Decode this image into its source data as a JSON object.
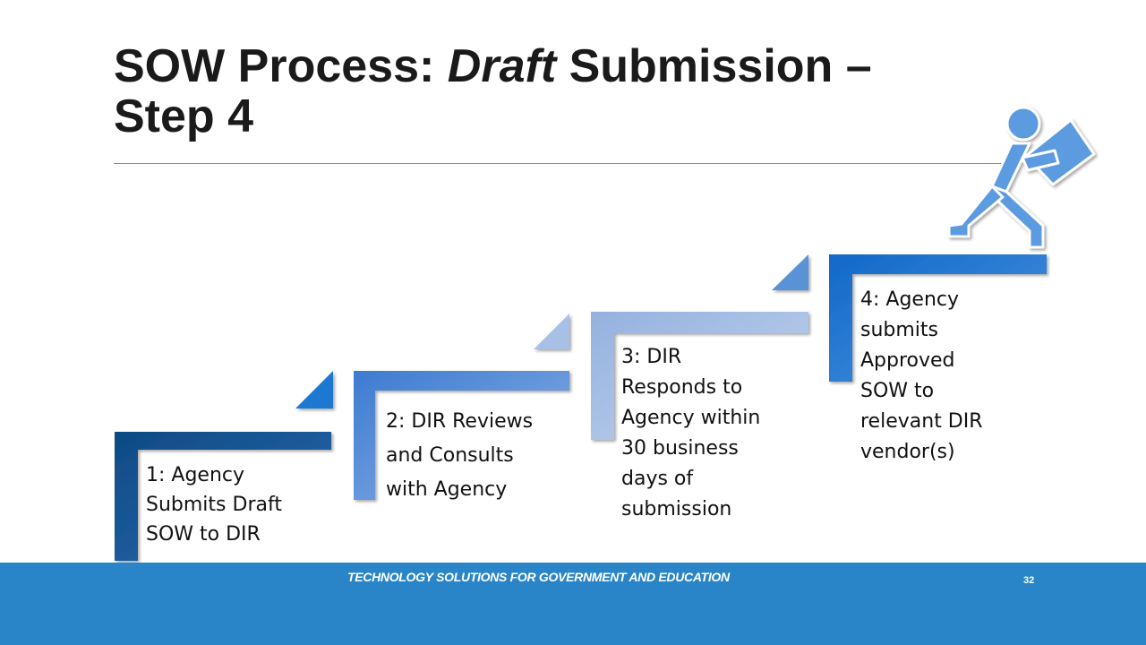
{
  "slide": {
    "title_part1": "SOW Process: ",
    "title_italic": "Draft",
    "title_part2": " Submission –",
    "title_line2": "Step 4"
  },
  "steps": [
    {
      "label": "1: Agency\nSubmits Draft\nSOW to DIR",
      "color": "#1e5a91"
    },
    {
      "label": "2: DIR Reviews\nand Consults\nwith Agency",
      "color": "#5b8fd6"
    },
    {
      "label": "3: DIR\nResponds to\nAgency within\n30 business\ndays of\nsubmission",
      "color": "#a3bde4"
    },
    {
      "label": "4: Agency\nsubmits\nApproved\nSOW to\nrelevant DIR\nvendor(s)",
      "color": "#2b7cd6"
    }
  ],
  "icons": {
    "figure": "person-carrying-box-icon"
  },
  "footer": {
    "text": "TECHNOLOGY SOLUTIONS FOR GOVERNMENT AND EDUCATION",
    "page_number": "32",
    "color": "#2a85c8"
  }
}
